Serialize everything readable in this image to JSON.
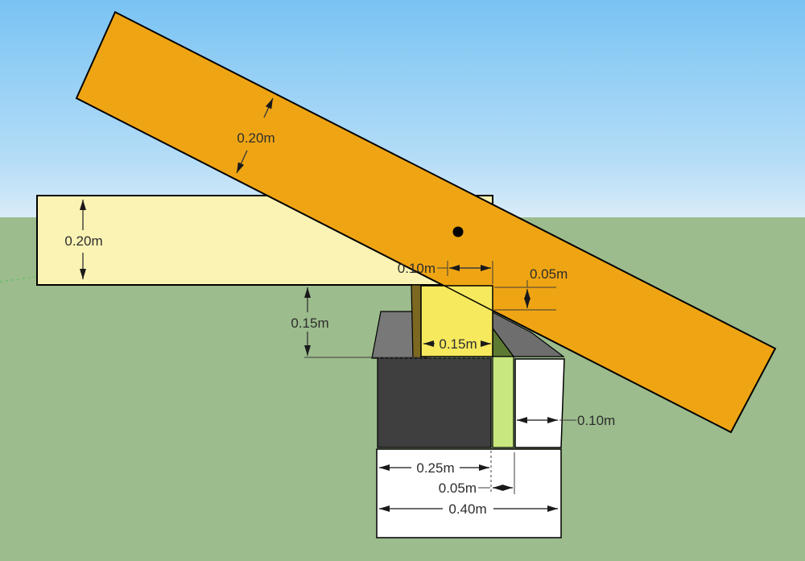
{
  "dims": {
    "rafter_depth": "0.20m",
    "beam_depth": "0.20m",
    "rafter_bearing": "0.10m",
    "seat_drop": "0.05m",
    "wall_top_height": "0.15m",
    "plate_width": "0.15m",
    "inner_leaf_width": "0.25m",
    "cavity_width": "0.05m",
    "outer_leaf_width": "0.10m",
    "wall_total_width": "0.40m"
  },
  "colors": {
    "sky_top": "#79c3f3",
    "sky_horizon": "#d9ecf8",
    "ground": "#9cbc8d",
    "rafter": "#efa513",
    "beam": "#faf3b4",
    "wall_plate": "#f6e95e",
    "plate_side": "#7d6822",
    "inner_leaf_front": "#3f3f3f",
    "inner_leaf_top": "#787878",
    "insulation_front": "#c8e87f",
    "insulation_top": "#5d7a33",
    "outer_leaf_top": "#6e6e6e",
    "outer_leaf_front": "#ffffff",
    "foundation_face": "#ffffff",
    "dimension_line": "#3c3c3c",
    "axis_green": "#6ebe6e",
    "marker_dot": "#000000"
  }
}
